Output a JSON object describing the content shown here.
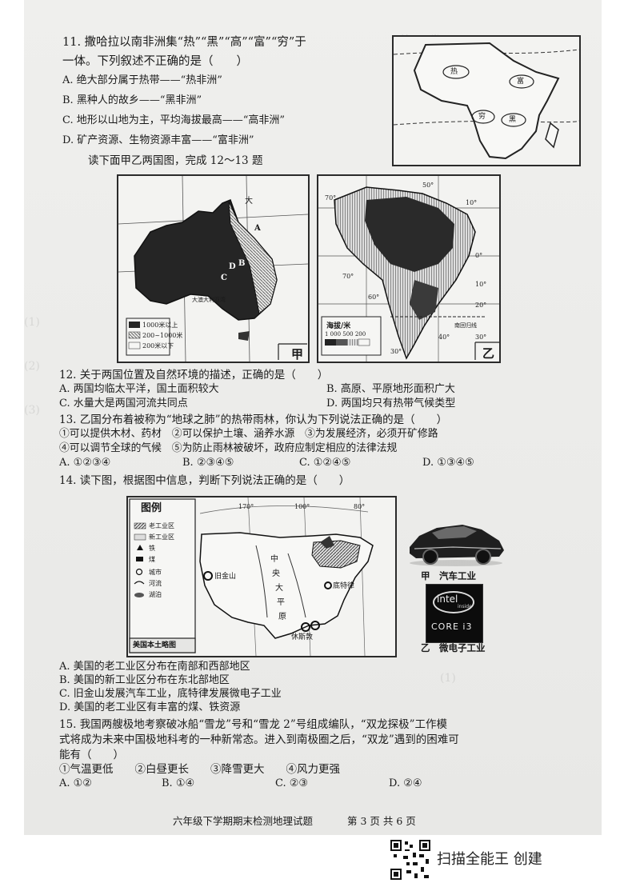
{
  "q11": {
    "stem_1": "11. 撒哈拉以南非洲集“热”“黑”“高”“富”“穷”于",
    "stem_2": "一体。下列叙述不正确的是（　　）",
    "a": "A. 绝大部分属于热带——“热非洲”",
    "b": "B. 黑种人的故乡——“黑非洲”",
    "c": "C. 地形以山地为主，平均海拔最高——“高非洲”",
    "d": "D. 矿产资源、生物资源丰富——“富非洲”",
    "map_labels": [
      "热",
      "富",
      "穷",
      "黑"
    ]
  },
  "intro_12_13": "读下面甲乙两国图，完成 12～13 题",
  "map_jia": {
    "label_da": "大",
    "label_desert": "大澳大利亚湾",
    "legend": [
      "1000米以上",
      "200~1000米",
      "200米以下"
    ],
    "letters": [
      "A",
      "B",
      "C",
      "D"
    ],
    "caption": "甲"
  },
  "map_yi": {
    "lat_labels": [
      "70°",
      "50°",
      "10°",
      "0°",
      "10°",
      "20°",
      "30°",
      "60°",
      "40°",
      "30°",
      "70°"
    ],
    "legend_title": "海拔/米",
    "legend_values": "1 000 500 200",
    "tropic_label": "南回归线",
    "caption": "乙"
  },
  "q12": {
    "stem": "12. 关于两国位置及自然环境的描述，正确的是（　　）",
    "a": "A. 两国均临太平洋，国土面积较大",
    "b": "B. 高原、平原地形面积广大",
    "c": "C. 水量大是两国河流共同点",
    "d": "D. 两国均只有热带气候类型"
  },
  "q13": {
    "stem": "13. 乙国分布着被称为“地球之肺”的热带雨林，你认为下列说法正确的是（　　）",
    "line1": "①可以提供木材、药材　②可以保护土壤、涵养水源　③为发展经济，必须开矿修路",
    "line2": "④可以调节全球的气候　⑤为防止雨林被破坏，政府应制定相应的法律法规",
    "a": "A. ①②③④",
    "b": "B. ②③④⑤",
    "c": "C. ①②④⑤",
    "d": "D. ①③④⑤"
  },
  "q14": {
    "stem": "14. 读下图，根据图中信息，判断下列说法正确的是（　　）",
    "legend_title": "图例",
    "legend_items": [
      "老工业区",
      "新工业区",
      "铁",
      "煤",
      "城市",
      "河流",
      "湖泊"
    ],
    "map_caption": "美国本土略图",
    "lon_labels": [
      "170°",
      "100°",
      "80°"
    ],
    "cities": [
      "旧金山",
      "底特律",
      "休斯敦"
    ],
    "map_chars": [
      "中",
      "央",
      "大",
      "平",
      "原"
    ],
    "car_caption": "甲　汽车工业",
    "chip_brand": "intel",
    "chip_inside": "inside",
    "chip_model": "CORE i3",
    "chip_caption": "乙　微电子工业",
    "a": "A. 美国的老工业区分布在南部和西部地区",
    "b": "B. 美国的新工业区分布在东北部地区",
    "c": "C. 旧金山发展汽车工业，底特律发展微电子工业",
    "d": "D. 美国的老工业区有丰富的煤、铁资源"
  },
  "q15": {
    "stem_1": "15. 我国两艘极地考察破冰船“雪龙”号和“雪龙 2”号组成编队，“双龙探极”工作模",
    "stem_2": "式将成为未来中国极地科考的一种新常态。进入到南极圈之后，“双龙”遇到的困难可",
    "stem_3": "能有（　　）",
    "items": "①气温更低　　②白昼更长　　③降雪更大　　④风力更强",
    "a": "A. ①②",
    "b": "B. ①④",
    "c": "C. ②③",
    "d": "D. ②④"
  },
  "footer": {
    "title": "六年级下学期期末检测地理试题",
    "page": "第 3 页 共 6 页"
  },
  "watermark": "扫描全能王 创建"
}
